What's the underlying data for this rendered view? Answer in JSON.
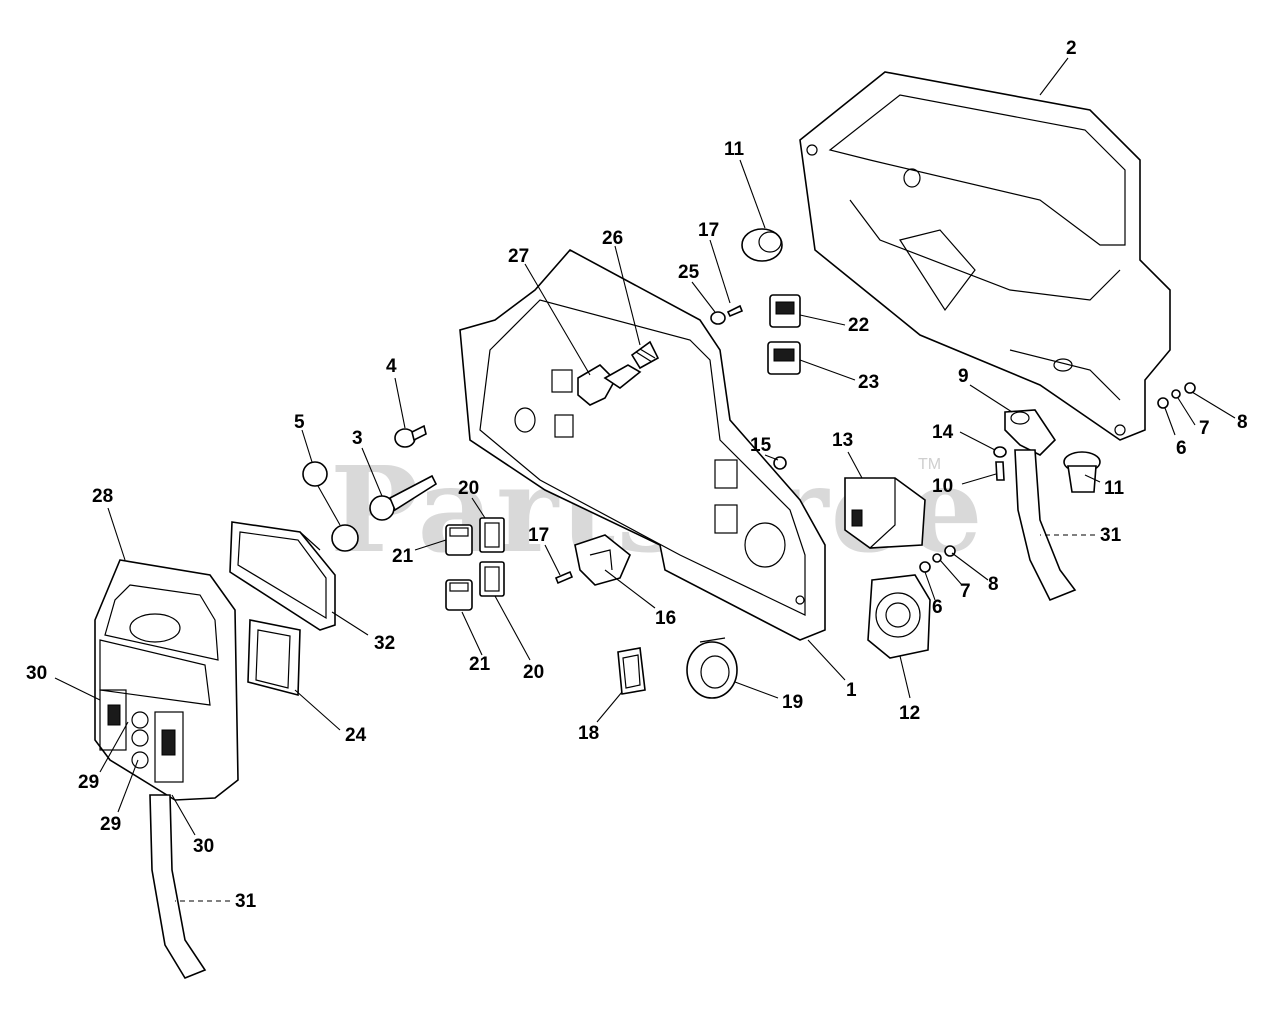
{
  "watermark": {
    "text": "PartsTree",
    "tm": "TM"
  },
  "callouts": [
    {
      "id": "c-2",
      "text": "2"
    },
    {
      "id": "c-11a",
      "text": "11"
    },
    {
      "id": "c-17a",
      "text": "17"
    },
    {
      "id": "c-26",
      "text": "26"
    },
    {
      "id": "c-27",
      "text": "27"
    },
    {
      "id": "c-25",
      "text": "25"
    },
    {
      "id": "c-22",
      "text": "22"
    },
    {
      "id": "c-23",
      "text": "23"
    },
    {
      "id": "c-4",
      "text": "4"
    },
    {
      "id": "c-5",
      "text": "5"
    },
    {
      "id": "c-3",
      "text": "3"
    },
    {
      "id": "c-15",
      "text": "15"
    },
    {
      "id": "c-13",
      "text": "13"
    },
    {
      "id": "c-9",
      "text": "9"
    },
    {
      "id": "c-14",
      "text": "14"
    },
    {
      "id": "c-10",
      "text": "10"
    },
    {
      "id": "c-11b",
      "text": "11"
    },
    {
      "id": "c-6a",
      "text": "6"
    },
    {
      "id": "c-7a",
      "text": "7"
    },
    {
      "id": "c-8a",
      "text": "8"
    },
    {
      "id": "c-28",
      "text": "28"
    },
    {
      "id": "c-20a",
      "text": "20"
    },
    {
      "id": "c-21a",
      "text": "21"
    },
    {
      "id": "c-17b",
      "text": "17"
    },
    {
      "id": "c-16",
      "text": "16"
    },
    {
      "id": "c-31a",
      "text": "31"
    },
    {
      "id": "c-7b",
      "text": "7"
    },
    {
      "id": "c-8b",
      "text": "8"
    },
    {
      "id": "c-6b",
      "text": "6"
    },
    {
      "id": "c-32",
      "text": "32"
    },
    {
      "id": "c-21b",
      "text": "21"
    },
    {
      "id": "c-20b",
      "text": "20"
    },
    {
      "id": "c-30a",
      "text": "30"
    },
    {
      "id": "c-24",
      "text": "24"
    },
    {
      "id": "c-19",
      "text": "19"
    },
    {
      "id": "c-1",
      "text": "1"
    },
    {
      "id": "c-12",
      "text": "12"
    },
    {
      "id": "c-18",
      "text": "18"
    },
    {
      "id": "c-29a",
      "text": "29"
    },
    {
      "id": "c-29b",
      "text": "29"
    },
    {
      "id": "c-30b",
      "text": "30"
    },
    {
      "id": "c-31b",
      "text": "31"
    }
  ]
}
